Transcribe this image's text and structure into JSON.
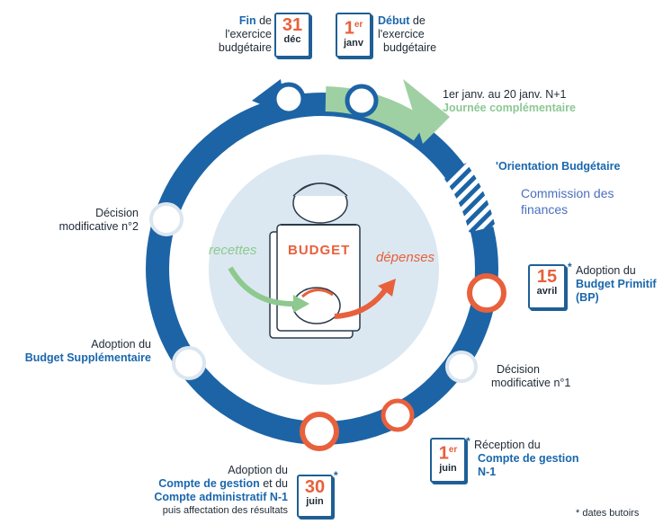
{
  "top_left": {
    "bold": "Fin",
    "rest1": " de",
    "line2": "l'exercice",
    "line3": "budgétaire",
    "day": "31",
    "month": "déc"
  },
  "top_right": {
    "day": "1",
    "day_sup": "er",
    "month": "janv",
    "bold": "Début",
    "rest1": " de",
    "line2": "l'exercice",
    "line3": "budgétaire"
  },
  "complementary": {
    "line1": "1er janv. au 20 janv. N+1",
    "line2": "Journée complémentaire"
  },
  "orientation": {
    "label": "'Orientation Budgétaire"
  },
  "commission": {
    "line1": "Commission des",
    "line2": "finances"
  },
  "bp": {
    "day": "15",
    "month": "avril",
    "star": "*",
    "line1": "Adoption du",
    "line2": "Budget Primitif",
    "line3": "(BP)"
  },
  "dm1": {
    "line1": "Décision",
    "line2": "modificative n°1"
  },
  "reception": {
    "day": "1",
    "day_sup": "er",
    "month": "juin",
    "star": "*",
    "line1": "Réception du",
    "line2": "Compte de gestion",
    "line3": "N-1"
  },
  "ca": {
    "line1": "Adoption du",
    "line2a": "Compte de gestion",
    "line2b": " et du",
    "line3": "Compte administratif N-1",
    "line4": "puis affectation des résultats",
    "day": "30",
    "month": "juin",
    "star": "*"
  },
  "bs": {
    "line1": "Adoption du",
    "line2": "Budget Supplémentaire"
  },
  "dm2": {
    "line1": "Décision",
    "line2": "modificative n°2"
  },
  "center": {
    "budget": "BUDGET",
    "recettes": "recettes",
    "depenses": "dépenses"
  },
  "footnote": "* dates butoirs",
  "colors": {
    "ring": "#1c64a6",
    "green": "#9fd0a3",
    "orange": "#e8603c",
    "center": "#dbe8f1"
  }
}
